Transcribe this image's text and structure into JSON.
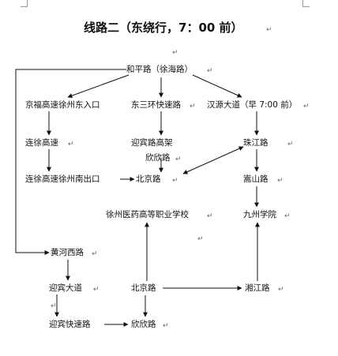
{
  "title": "线路二（东绕行，7：00 前）",
  "nodes": {
    "hepinglu": "和平路（徐海路）",
    "jinghu_east": "京福高速徐州东入口",
    "dongsanhuan": "东三环快速路",
    "hanyuan": "汉源大道（早 7:00 前）",
    "lianhuo": "连徐高速",
    "yingbin_viaduct": "迎宾路高架",
    "xinxinlu_top": "欣欣路",
    "zhujianglu": "珠江路",
    "lianxu_south": "连徐高速徐州南出口",
    "beijinglu_top": "北京路",
    "songshanlu": "嵩山路",
    "school": "徐州医药高等职业学校",
    "jiuzhou": "九州学院",
    "huanghe": "黄河西路",
    "yingbin_ave": "迎宾大道",
    "beijinglu_bottom": "北京路",
    "xiangjianglu": "湘江路",
    "yingbin_express": "迎宾快速路",
    "xinxinlu_bottom": "欣欣路"
  },
  "marks": {
    "paragraph": "↵"
  }
}
